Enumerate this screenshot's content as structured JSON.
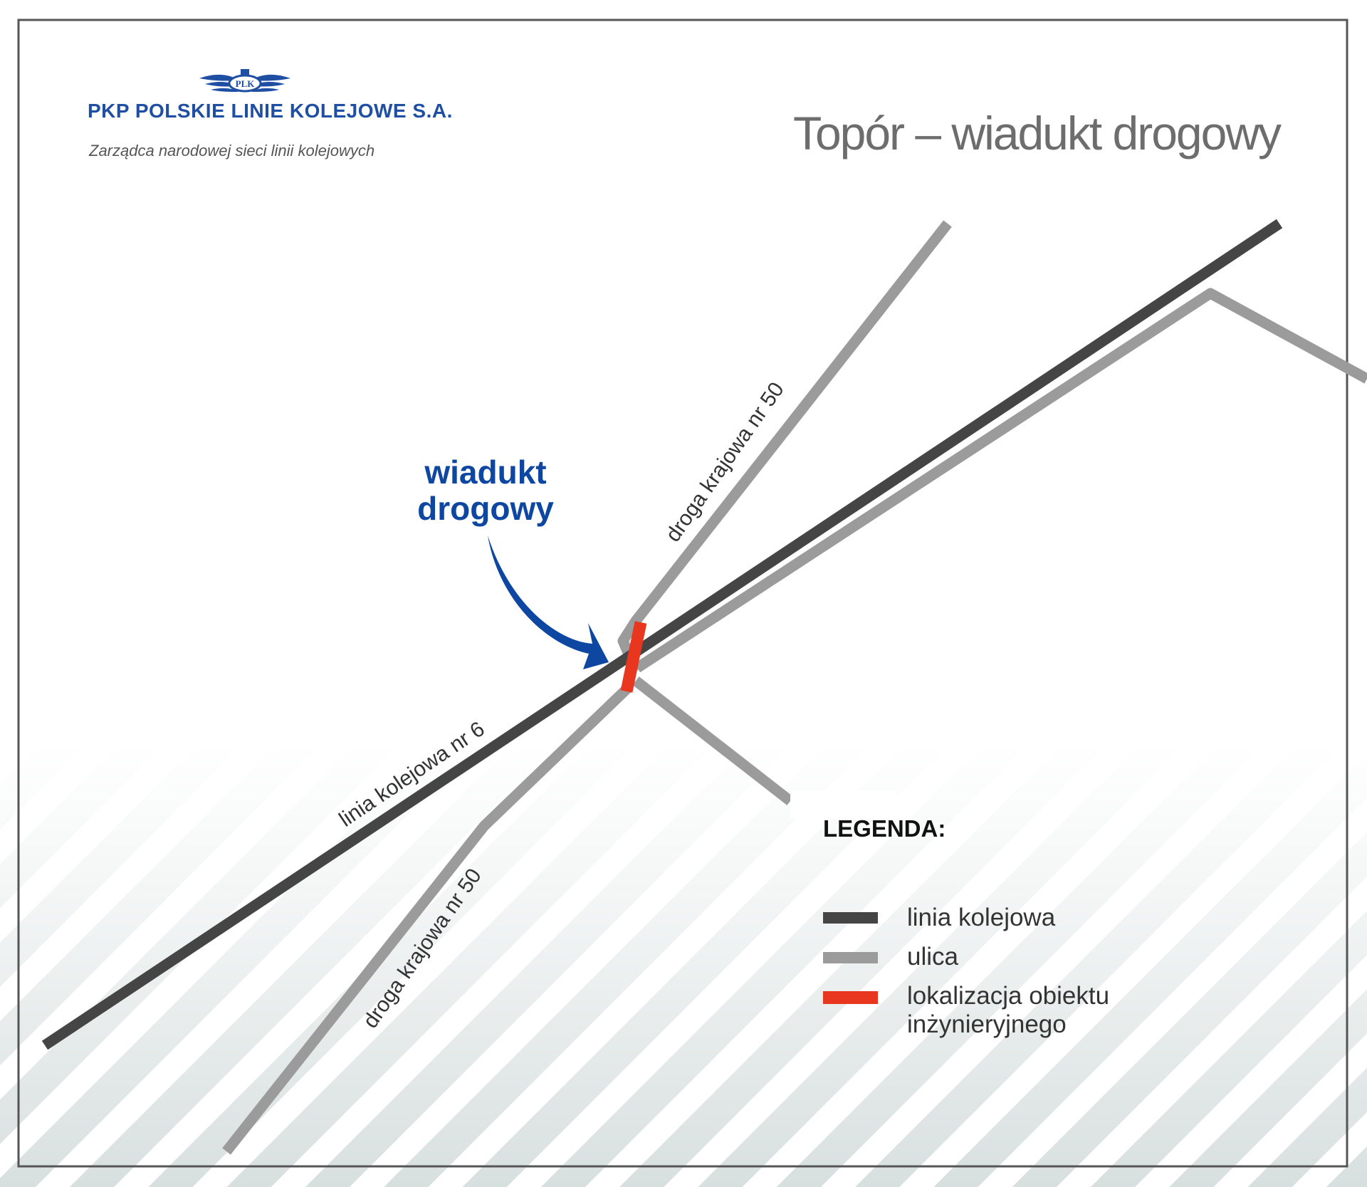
{
  "header": {
    "logo_text": "PLK",
    "organization": "PKP POLSKIE LINIE KOLEJOWE S.A.",
    "tagline": "Zarządca narodowej sieci linii kolejowych"
  },
  "title": "Topór – wiadukt drogowy",
  "map": {
    "railway_label": "linia kolejowa nr 6",
    "road_label_north": "droga krajowa nr 50",
    "road_label_south": "droga krajowa nr 50",
    "callout_line1": "wiadukt",
    "callout_line2": "drogowy"
  },
  "legend": {
    "title": "LEGENDA:",
    "items": [
      {
        "label": "linia kolejowa",
        "color": "#454545",
        "symbol": "railway-line"
      },
      {
        "label": "ulica",
        "color": "#9b9b9b",
        "symbol": "street-line"
      },
      {
        "label_line1": "lokalizacja obiektu",
        "label_line2": "inżynieryjnego",
        "color": "#e8371e",
        "symbol": "structure-location"
      }
    ]
  },
  "colors": {
    "brand_blue": "#1f4fa3",
    "callout_blue": "#0d47a1",
    "railway": "#454545",
    "street": "#9b9b9b",
    "structure": "#e8371e",
    "title_gray": "#6d6d6d",
    "stripe": "#d8e0df",
    "frame": "#555555"
  }
}
